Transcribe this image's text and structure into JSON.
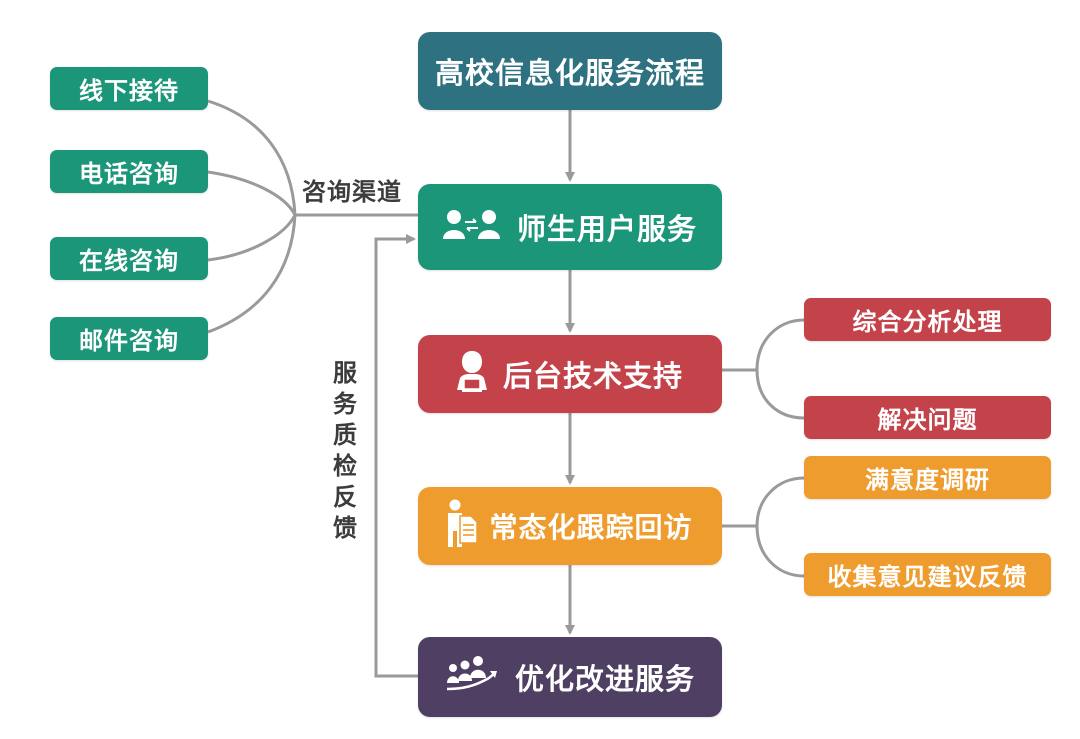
{
  "title": "高校信息化服务流程",
  "colors": {
    "title_box": "#2e7281",
    "user_service": "#1c9678",
    "tech_support": "#c4434a",
    "follow_up": "#ef9c2e",
    "optimize": "#4f3f63",
    "connector": "#9a9a9a",
    "label_text": "#3c3c3c"
  },
  "main_flow": [
    {
      "id": "title",
      "label": "高校信息化服务流程",
      "icon": null
    },
    {
      "id": "user_service",
      "label": "师生用户服务",
      "icon": "users-exchange-icon"
    },
    {
      "id": "tech_support",
      "label": "后台技术支持",
      "icon": "technician-laptop-icon"
    },
    {
      "id": "follow_up",
      "label": "常态化跟踪回访",
      "icon": "person-document-icon"
    },
    {
      "id": "optimize",
      "label": "优化改进服务",
      "icon": "team-growth-icon"
    }
  ],
  "channels": {
    "label": "咨询渠道",
    "items": [
      "线下接待",
      "电话咨询",
      "在线咨询",
      "邮件咨询"
    ]
  },
  "feedback_loop": {
    "label": "服务质检反馈"
  },
  "tech_support_branches": [
    "综合分析处理",
    "解决问题"
  ],
  "follow_up_branches": [
    "满意度调研",
    "收集意见建议反馈"
  ]
}
